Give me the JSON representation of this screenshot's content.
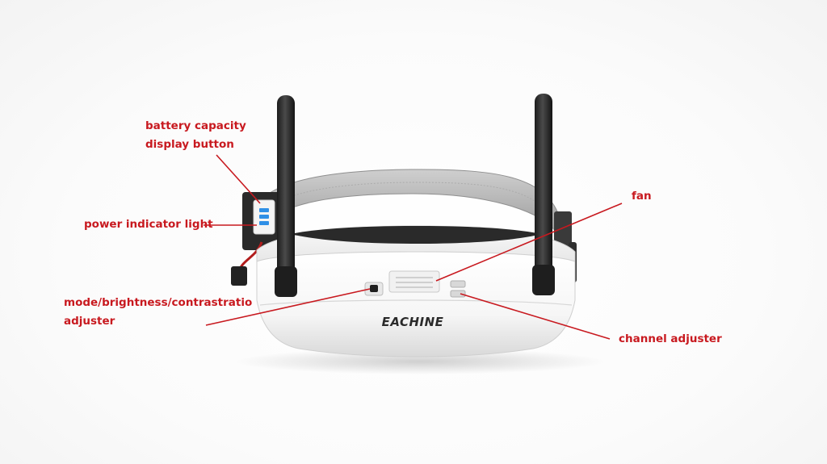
{
  "product": {
    "brand": "EACHINE"
  },
  "labels": {
    "battery_line1": "battery capacity",
    "battery_line2": "display button",
    "power": "power indicator light",
    "mode_line1": "mode/brightness/contrastratio",
    "mode_line2": "adjuster",
    "fan": "fan",
    "channel": "channel adjuster"
  },
  "colors": {
    "label": "#c8191f",
    "leader": "#c8191f",
    "shell": "#ffffff",
    "antenna": "#2b2b2b",
    "strap": "#bdbdbd",
    "led": "#2f8fe6"
  }
}
